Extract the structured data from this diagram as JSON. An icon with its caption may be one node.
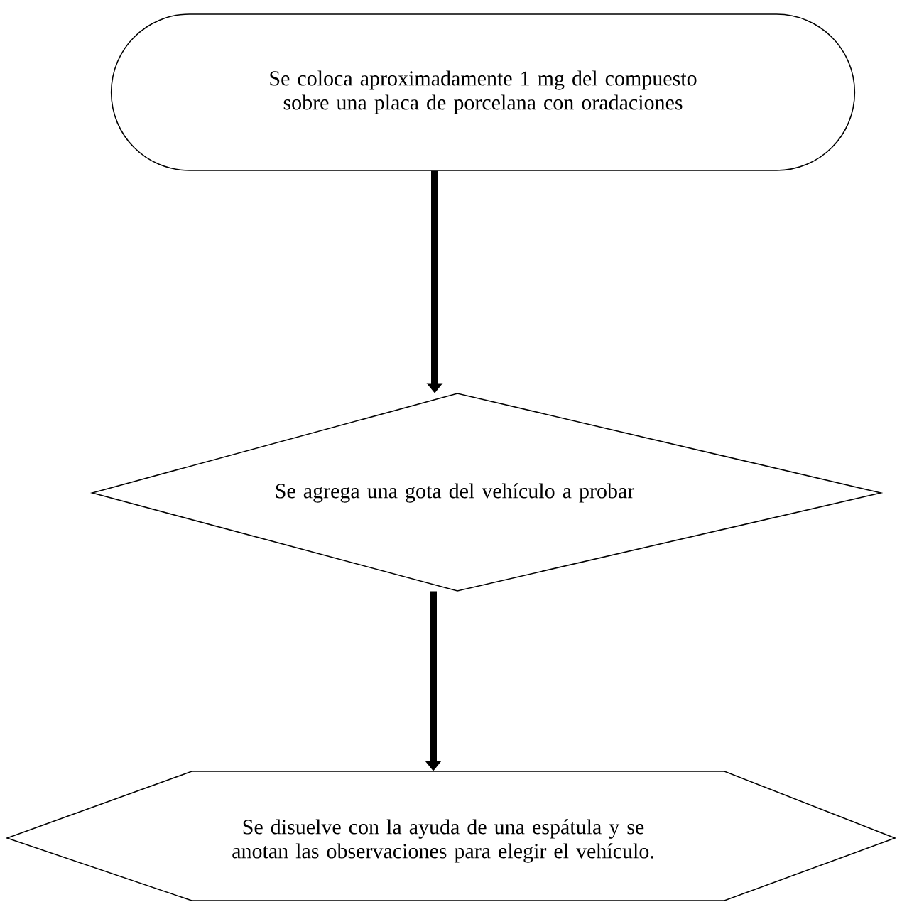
{
  "diagram": {
    "nodes": [
      {
        "text": [
          "Se coloca aproximadamente 1 mg del compuesto sobre una placa de porcelana con oradaciones"
        ]
      },
      {
        "text": [
          "Se agrega una gota del vehículo a probar"
        ]
      },
      {
        "text": [
          "Se disuelve con la ayuda de una espátula y se anotan las observaciones para elegir el vehículo."
        ]
      }
    ],
    "edges": [
      {
        "from": 0,
        "to": 1,
        "arrow": "to"
      },
      {
        "from": 1,
        "to": 2,
        "arrow": "to"
      }
    ]
  }
}
